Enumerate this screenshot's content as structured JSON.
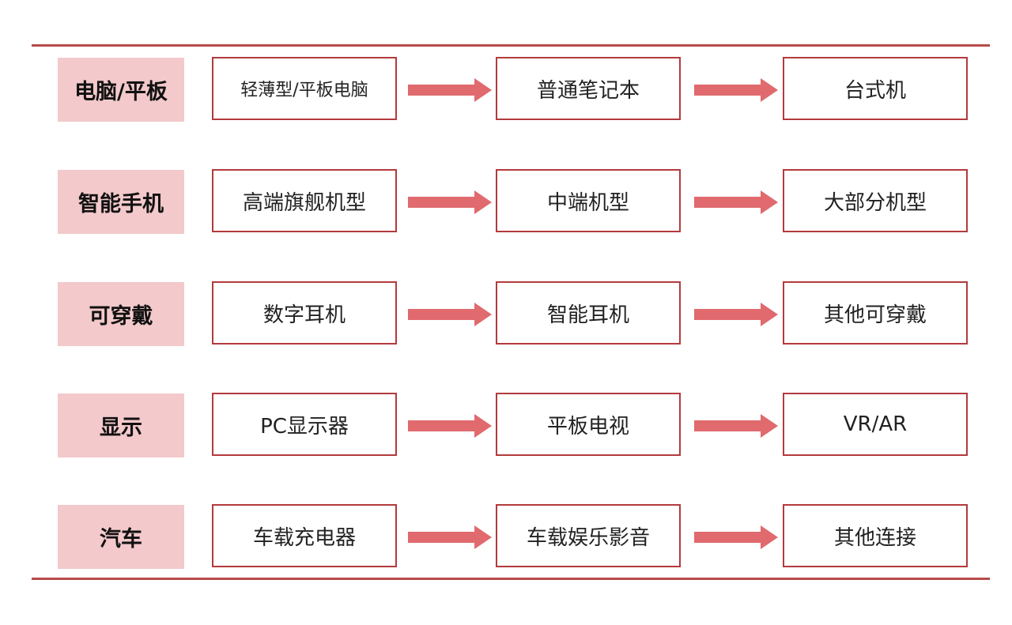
{
  "colors": {
    "rule": "#b84a4a",
    "category_bg": "#f3c9cb",
    "box_border": "#b33a3d",
    "arrow": "#e06a6e"
  },
  "rows": [
    {
      "category": "电脑/平板",
      "stages": [
        "轻薄型/平板电脑",
        "普通笔记本",
        "台式机"
      ]
    },
    {
      "category": "智能手机",
      "stages": [
        "高端旗舰机型",
        "中端机型",
        "大部分机型"
      ]
    },
    {
      "category": "可穿戴",
      "stages": [
        "数字耳机",
        "智能耳机",
        "其他可穿戴"
      ]
    },
    {
      "category": "显示",
      "stages": [
        "PC显示器",
        "平板电视",
        "VR/AR"
      ]
    },
    {
      "category": "汽车",
      "stages": [
        "车载充电器",
        "车载娱乐影音",
        "其他连接"
      ]
    }
  ]
}
